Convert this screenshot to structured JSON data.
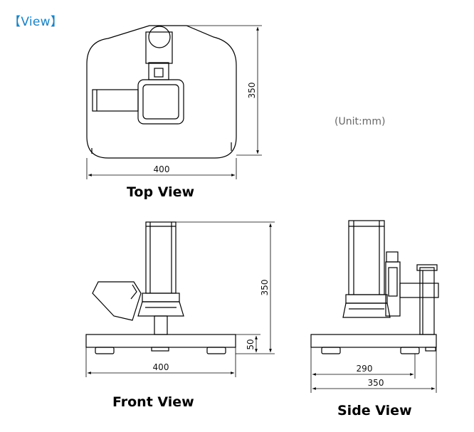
{
  "header": {
    "open_bracket": "【",
    "title": "View",
    "close_bracket": "】"
  },
  "unit_note": "(Unit:mm)",
  "views": {
    "top": {
      "label": "Top View",
      "width_dim": "400",
      "height_dim": "350"
    },
    "front": {
      "label": "Front View",
      "width_dim": "400",
      "height_dim": "350",
      "base_dim": "50"
    },
    "side": {
      "label": "Side View",
      "inner_dim": "290",
      "outer_dim": "350"
    }
  },
  "colors": {
    "accent": "#1a82c4",
    "line": "#000000",
    "fill": "#ffffff"
  }
}
